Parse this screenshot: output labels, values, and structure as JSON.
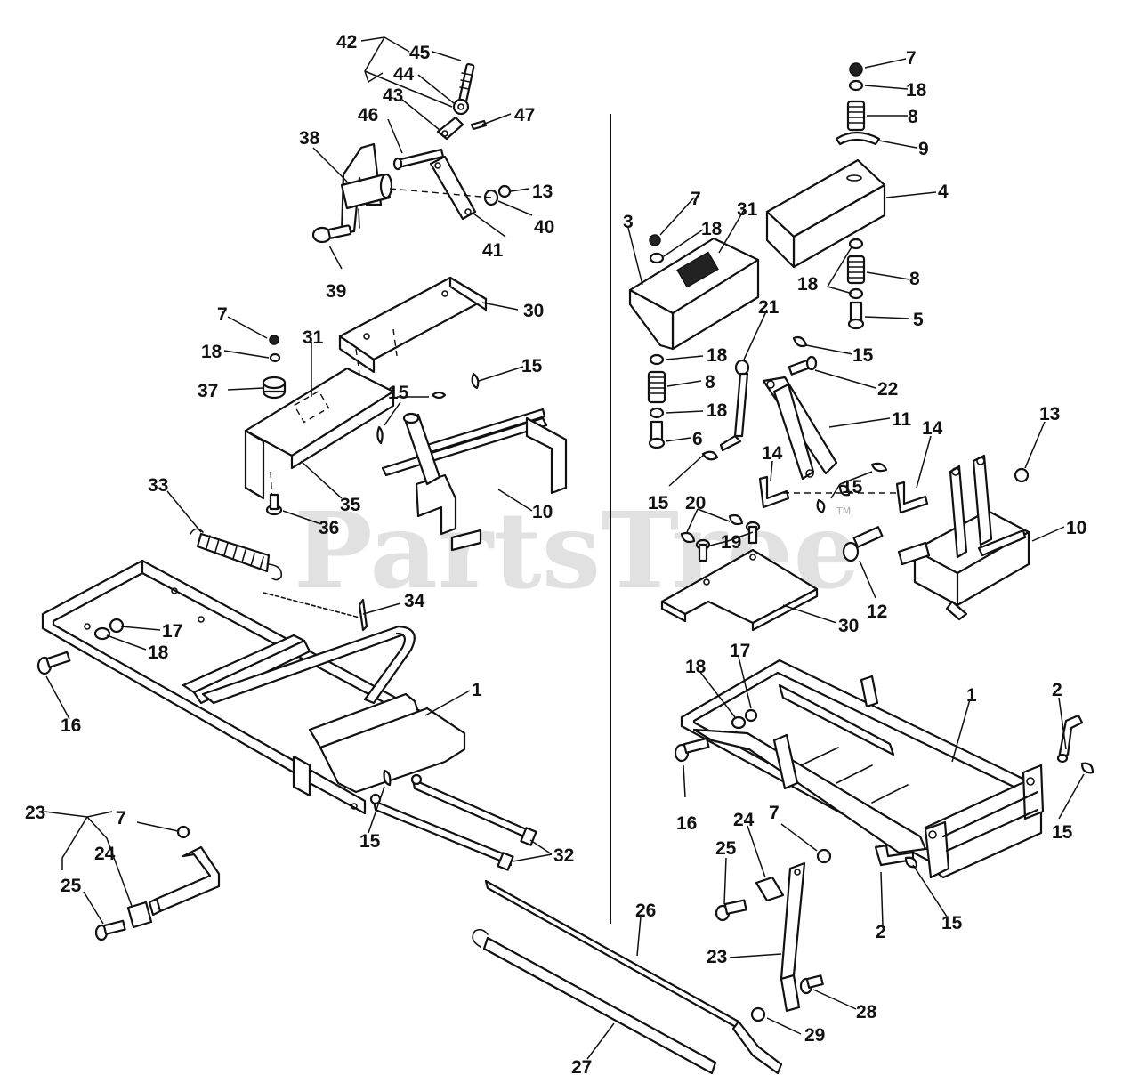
{
  "watermark": {
    "brand": "PartsTree",
    "mark": "TM"
  },
  "callouts": [
    {
      "label": "42"
    },
    {
      "label": "45"
    },
    {
      "label": "44"
    },
    {
      "label": "43"
    },
    {
      "label": "46"
    },
    {
      "label": "47"
    },
    {
      "label": "38"
    },
    {
      "label": "13"
    },
    {
      "label": "40"
    },
    {
      "label": "41"
    },
    {
      "label": "39"
    },
    {
      "label": "30"
    },
    {
      "label": "7"
    },
    {
      "label": "31"
    },
    {
      "label": "18"
    },
    {
      "label": "15"
    },
    {
      "label": "15"
    },
    {
      "label": "37"
    },
    {
      "label": "35"
    },
    {
      "label": "10"
    },
    {
      "label": "33"
    },
    {
      "label": "36"
    },
    {
      "label": "34"
    },
    {
      "label": "17"
    },
    {
      "label": "18"
    },
    {
      "label": "1"
    },
    {
      "label": "16"
    },
    {
      "label": "15"
    },
    {
      "label": "32"
    },
    {
      "label": "23"
    },
    {
      "label": "7"
    },
    {
      "label": "24"
    },
    {
      "label": "25"
    },
    {
      "label": "26"
    },
    {
      "label": "27"
    },
    {
      "label": "7"
    },
    {
      "label": "18"
    },
    {
      "label": "8"
    },
    {
      "label": "9"
    },
    {
      "label": "4"
    },
    {
      "label": "7"
    },
    {
      "label": "31"
    },
    {
      "label": "3"
    },
    {
      "label": "18"
    },
    {
      "label": "18"
    },
    {
      "label": "8"
    },
    {
      "label": "5"
    },
    {
      "label": "21"
    },
    {
      "label": "15"
    },
    {
      "label": "18"
    },
    {
      "label": "8"
    },
    {
      "label": "18"
    },
    {
      "label": "22"
    },
    {
      "label": "6"
    },
    {
      "label": "11"
    },
    {
      "label": "13"
    },
    {
      "label": "14"
    },
    {
      "label": "14"
    },
    {
      "label": "15"
    },
    {
      "label": "15"
    },
    {
      "label": "20"
    },
    {
      "label": "19"
    },
    {
      "label": "10"
    },
    {
      "label": "12"
    },
    {
      "label": "30"
    },
    {
      "label": "18"
    },
    {
      "label": "17"
    },
    {
      "label": "1"
    },
    {
      "label": "2"
    },
    {
      "label": "16"
    },
    {
      "label": "15"
    },
    {
      "label": "24"
    },
    {
      "label": "7"
    },
    {
      "label": "25"
    },
    {
      "label": "2"
    },
    {
      "label": "15"
    },
    {
      "label": "23"
    },
    {
      "label": "28"
    },
    {
      "label": "29"
    }
  ]
}
